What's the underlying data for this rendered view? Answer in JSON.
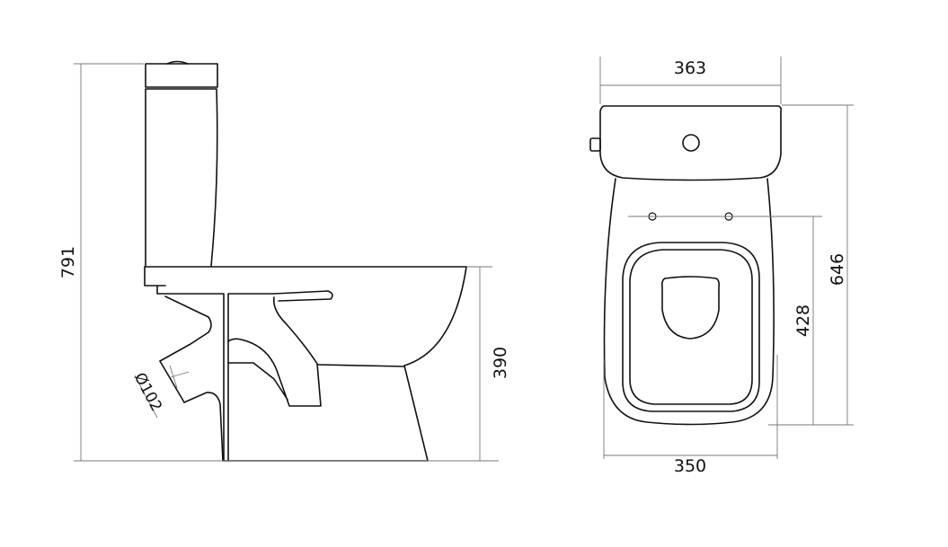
{
  "side_view": {
    "height_total": "791",
    "seat_height": "390",
    "outlet_diameter": "Ø102"
  },
  "top_view": {
    "tank_width": "363",
    "bowl_width": "350",
    "hinge_to_front": "428",
    "total_depth": "646"
  },
  "colors": {
    "line": "#111111",
    "dimension": "#777777"
  }
}
